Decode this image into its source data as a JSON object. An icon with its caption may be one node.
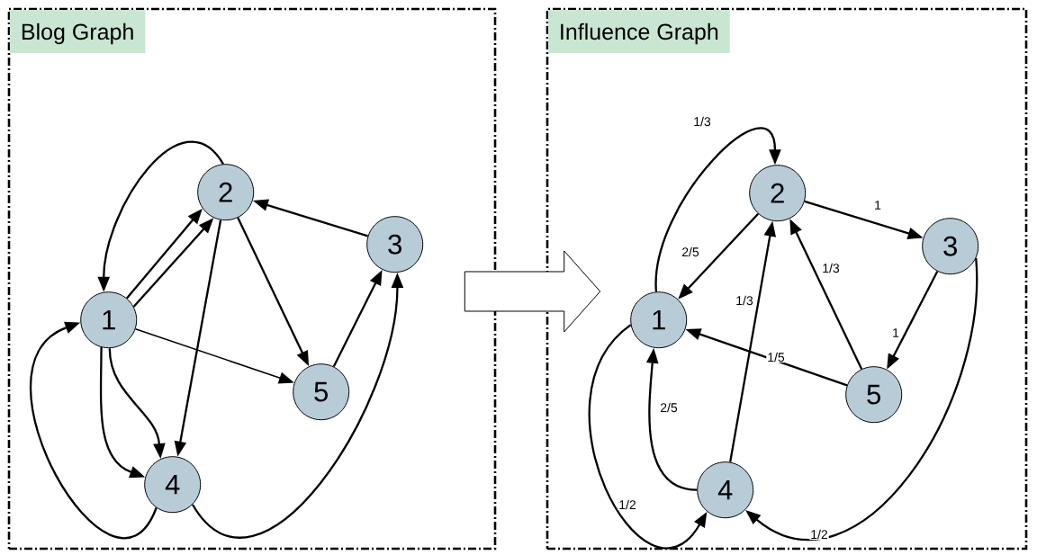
{
  "diagram": {
    "nodes": [
      {
        "text": [
          "Blog Graph"
        ]
      },
      {
        "text": [
          "1"
        ],
        "in": 0
      },
      {
        "text": [
          "2"
        ],
        "in": 0
      },
      {
        "text": [
          "3"
        ],
        "in": 0
      },
      {
        "text": [
          "4"
        ],
        "in": 0
      },
      {
        "text": [
          "5"
        ],
        "in": 0
      },
      {
        "text": [
          "Influence Graph"
        ]
      },
      {
        "text": [
          "1"
        ],
        "in": 6
      },
      {
        "text": [
          "2"
        ],
        "in": 6
      },
      {
        "text": [
          "3"
        ],
        "in": 6
      },
      {
        "text": [
          "4"
        ],
        "in": 6
      },
      {
        "text": [
          "5"
        ],
        "in": 6
      }
    ],
    "edges": [
      {
        "from": 0,
        "to": 6,
        "arrow": "to"
      },
      {
        "from": 2,
        "to": 1,
        "arrow": "to"
      },
      {
        "from": 1,
        "to": 2,
        "arrow": "to"
      },
      {
        "from": 1,
        "to": 2,
        "arrow": "to"
      },
      {
        "from": 3,
        "to": 2,
        "arrow": "to"
      },
      {
        "from": 2,
        "to": 5,
        "arrow": "to"
      },
      {
        "from": 2,
        "to": 4,
        "arrow": "to"
      },
      {
        "from": 5,
        "to": 3,
        "arrow": "to"
      },
      {
        "from": 1,
        "to": 5,
        "arrow": "to"
      },
      {
        "from": 1,
        "to": 4,
        "arrow": "to"
      },
      {
        "from": 1,
        "to": 4,
        "arrow": "to"
      },
      {
        "from": 4,
        "to": 1,
        "arrow": "to"
      },
      {
        "from": 4,
        "to": 3,
        "arrow": "to"
      },
      {
        "from": 7,
        "to": 8,
        "arrow": "to",
        "label": "1/3"
      },
      {
        "from": 8,
        "to": 9,
        "arrow": "to",
        "label": "1"
      },
      {
        "from": 8,
        "to": 7,
        "arrow": "to",
        "label": "2/5"
      },
      {
        "from": 10,
        "to": 8,
        "arrow": "to",
        "label": "1/3"
      },
      {
        "from": 11,
        "to": 8,
        "arrow": "to",
        "label": "1/3"
      },
      {
        "from": 9,
        "to": 11,
        "arrow": "to",
        "label": "1"
      },
      {
        "from": 11,
        "to": 7,
        "arrow": "to",
        "label": "1/5"
      },
      {
        "from": 10,
        "to": 7,
        "arrow": "to",
        "label": "2/5"
      },
      {
        "from": 7,
        "to": 10,
        "arrow": "to",
        "label": "1/2"
      },
      {
        "from": 9,
        "to": 10,
        "arrow": "to",
        "label": "1/2"
      }
    ]
  }
}
